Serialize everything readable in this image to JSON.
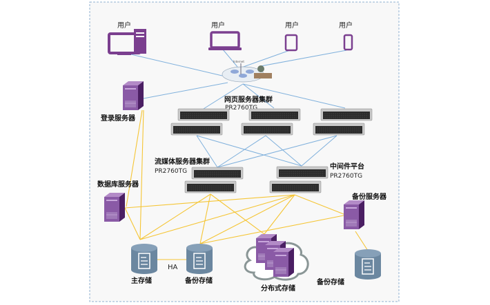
{
  "users": [
    {
      "label": "用户",
      "icon": "desktop-icon"
    },
    {
      "label": "用户",
      "icon": "laptop-icon"
    },
    {
      "label": "用户",
      "icon": "tablet-icon"
    },
    {
      "label": "用户",
      "icon": "phone-icon"
    }
  ],
  "hub": {
    "label": "Internet",
    "icon": "network-cloud-icon"
  },
  "web_cluster": {
    "label": "网页服务器集群",
    "model": "PR2760TG"
  },
  "login_server": {
    "label": "登录服务器"
  },
  "streaming_cluster": {
    "label": "流媒体服务器集群",
    "model": "PR2760TG"
  },
  "middleware": {
    "label": "中间件平台",
    "model": "PR2760TG"
  },
  "db_server": {
    "label": "数据库服务器"
  },
  "backup_server": {
    "label": "备份服务器"
  },
  "primary_storage": {
    "label": "主存储"
  },
  "ha_label": "HA",
  "backup_storage_1": {
    "label": "备份存储"
  },
  "distributed_storage": {
    "label": "分布式存储"
  },
  "backup_storage_2": {
    "label": "备份存储"
  },
  "colors": {
    "device": "#7b3f8f",
    "network_link": "#7fb0dc",
    "storage_link": "#f5c534",
    "storage": "#6b87a0"
  }
}
